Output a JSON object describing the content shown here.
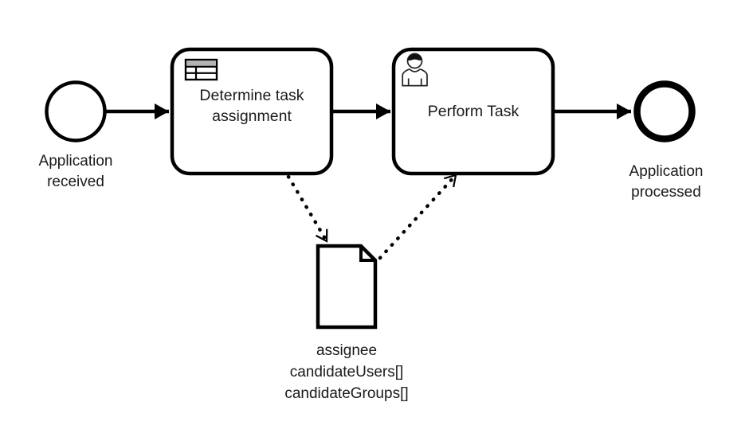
{
  "diagram": {
    "kind": "bpmn-process",
    "colors": {
      "background": "#ffffff",
      "stroke": "#000000",
      "text": "#1a1a1a",
      "table_icon_header_fill": "#b3b3b3"
    },
    "start_event": {
      "shape": "thin-circle",
      "label": "Application received"
    },
    "tasks": [
      {
        "id": "determine-task-assignment",
        "type": "business-rule-task",
        "icon": "business-rule-table-icon",
        "label": "Determine task assignment"
      },
      {
        "id": "perform-task",
        "type": "user-task",
        "icon": "user-icon",
        "label": "Perform Task"
      }
    ],
    "end_event": {
      "shape": "thick-circle",
      "label": "Application processed"
    },
    "data_object": {
      "shape": "document-folded-corner",
      "lines": [
        "assignee",
        "candidateUsers[]",
        "candidateGroups[]"
      ]
    },
    "flows": [
      {
        "from": "start-event",
        "to": "determine-task-assignment",
        "style": "solid-arrow"
      },
      {
        "from": "determine-task-assignment",
        "to": "perform-task",
        "style": "solid-arrow"
      },
      {
        "from": "perform-task",
        "to": "end-event",
        "style": "solid-arrow"
      },
      {
        "from": "determine-task-assignment",
        "to": "data-object",
        "style": "dotted-open-arrow"
      },
      {
        "from": "data-object",
        "to": "perform-task",
        "style": "dotted-open-arrow"
      }
    ]
  }
}
